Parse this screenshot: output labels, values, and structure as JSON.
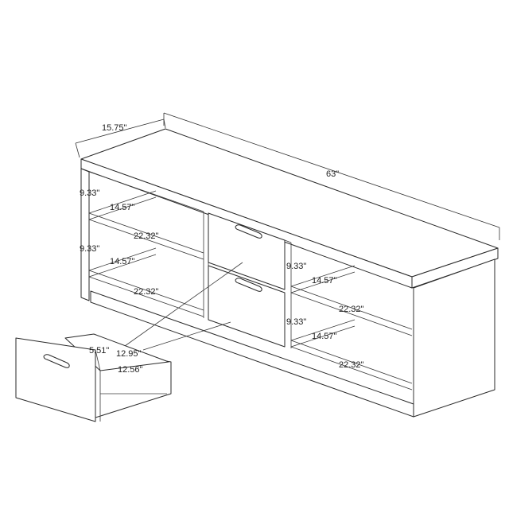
{
  "diagram": {
    "colors": {
      "line": "#2a2a2a",
      "background": "#ffffff",
      "text": "#222222"
    },
    "dimensions": {
      "depth": "15.75\"",
      "width": "63\"",
      "shelf_height_upper_left": "9.33\"",
      "shelf_height_lower_left": "9.33\"",
      "shelf_depth_upper_left": "14.57\"",
      "shelf_width_upper_left": "22.32\"",
      "shelf_depth_lower_left": "14.57\"",
      "shelf_width_lower_left": "22.32\"",
      "shelf_height_upper_right": "9.33\"",
      "shelf_height_lower_right": "9.33\"",
      "shelf_depth_upper_right": "14.57\"",
      "shelf_width_upper_right": "22.32\"",
      "shelf_depth_lower_right": "14.57\"",
      "shelf_width_lower_right": "22.32\"",
      "drawer_height": "5.51\"",
      "drawer_depth": "12.95\"",
      "drawer_width": "12.56\""
    }
  }
}
